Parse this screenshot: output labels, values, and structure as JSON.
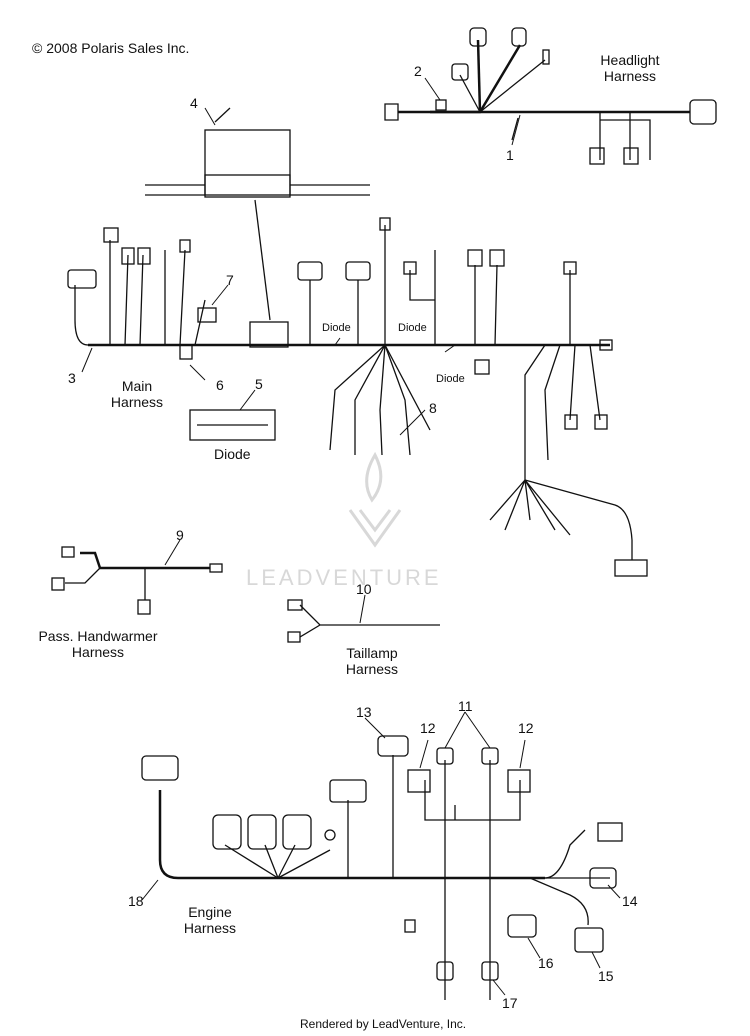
{
  "copyright": "© 2008 Polaris Sales Inc.",
  "footer": "Rendered by LeadVenture, Inc.",
  "watermark": "LEADVENTURE",
  "labels": {
    "headlight": [
      "Headlight",
      "Harness"
    ],
    "main": [
      "Main",
      "Harness"
    ],
    "diode_title": "Diode",
    "diode_inline": "Diode",
    "handwarmer": [
      "Pass. Handwarmer",
      "Harness"
    ],
    "taillamp": [
      "Taillamp",
      "Harness"
    ],
    "engine": [
      "Engine",
      "Harness"
    ]
  },
  "callouts": {
    "c1": "1",
    "c2": "2",
    "c3": "3",
    "c4": "4",
    "c5": "5",
    "c6": "6",
    "c7": "7",
    "c8": "8",
    "c9": "9",
    "c10": "10",
    "c11": "11",
    "c12a": "12",
    "c12b": "12",
    "c13": "13",
    "c14": "14",
    "c15": "15",
    "c16": "16",
    "c17": "17",
    "c18": "18"
  },
  "colors": {
    "line": "#111111",
    "watermark": "#d8d8d8"
  }
}
